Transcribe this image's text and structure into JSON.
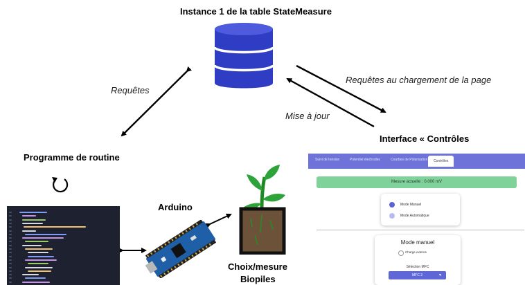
{
  "titles": {
    "instance": "Instance 1 de la table StateMeasure",
    "routine": "Programme de routine",
    "arduino": "Arduino",
    "interface": "Interface « Contrôles",
    "choice_line1": "Choix/mesure",
    "choice_line2": "Biopiles"
  },
  "arrow_labels": {
    "requetes": "Requêtes",
    "requetes_chargement": "Requêtes au chargement de la page",
    "mise_a_jour": "Mise à jour"
  },
  "ui": {
    "tabs": [
      "Suivi de tension",
      "Potentiel électrodes",
      "Courbes de Polarisation",
      "Contrôles"
    ],
    "measure_text": "Mesure actuelle : 0.000 mV",
    "mode_options": [
      "Mode Manuel",
      "Mode Automatique"
    ],
    "manual_title": "Mode manuel",
    "charge_label": "Charge externe",
    "selection_label": "Sélection MFC",
    "selected_value": "MFC 2"
  },
  "colors": {
    "database": "#2f3cc4",
    "nav": "#6e73d9",
    "measure_bar": "#7fd29a",
    "select": "#5f66d6",
    "plant": "#1f8a25"
  }
}
